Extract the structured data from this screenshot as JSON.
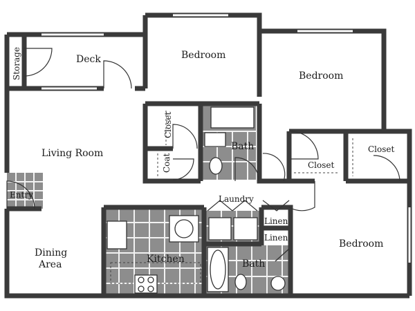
{
  "rooms": {
    "storage": "Storage",
    "deck": "Deck",
    "bedroom_1": "Bedroom",
    "bedroom_2": "Bedroom",
    "bedroom_3": "Bedroom",
    "closet_coat": "Closet",
    "coat": "Coat",
    "bath_1": "Bath",
    "bath_2": "Bath",
    "living_room": "Living Room",
    "entry": "Entry",
    "closet_2": "Closet",
    "closet_3": "Closet",
    "laundry": "Laundry",
    "linen_1": "Linen",
    "linen_2": "Linen",
    "dining_line1": "Dining",
    "dining_line2": "Area",
    "kitchen": "Kitchen"
  },
  "colors": {
    "wall": "#3a3a3a",
    "tile": "#8d8d8d",
    "background": "#ffffff"
  }
}
